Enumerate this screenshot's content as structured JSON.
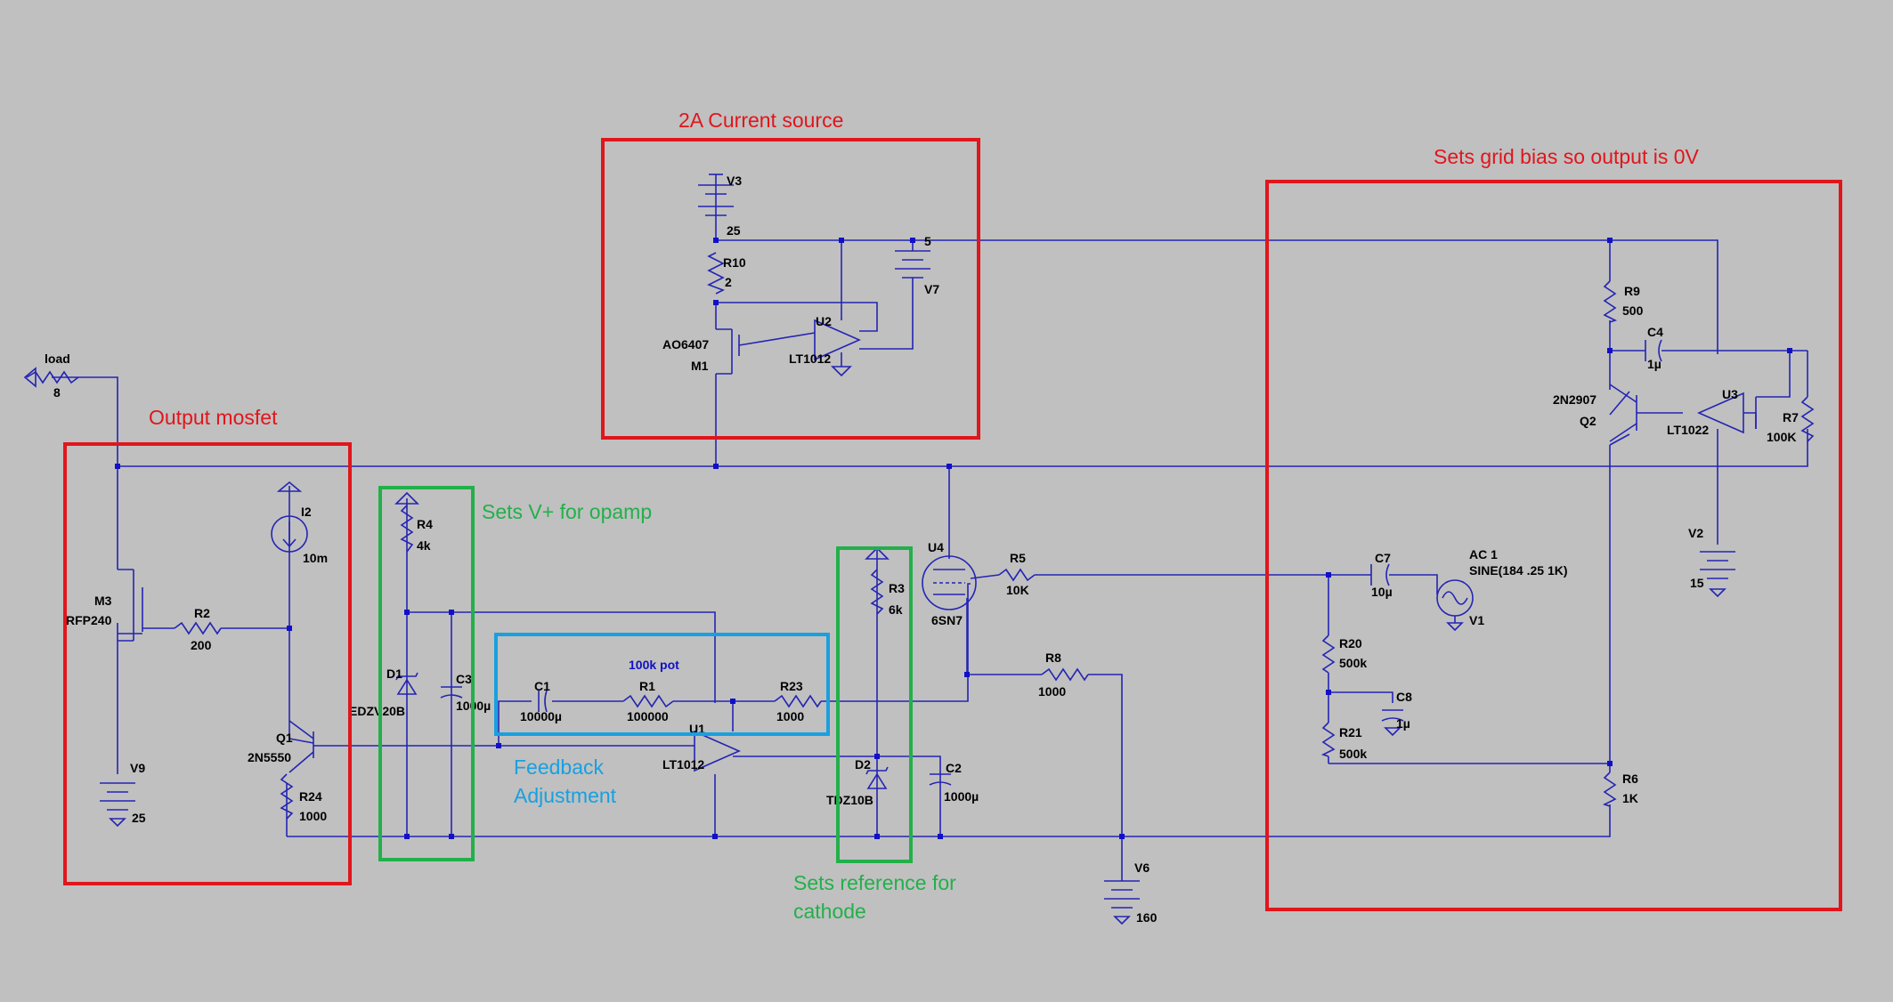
{
  "annotations": {
    "current_source": "2A Current source",
    "grid_bias": "Sets grid bias so output is 0V",
    "output_mosfet": "Output mosfet",
    "vplus": "Sets V+ for opamp",
    "feedback_line1": "Feedback",
    "feedback_line2": "Adjustment",
    "cathode_line1": "Sets reference for",
    "cathode_line2": "cathode",
    "pot": "100k pot"
  },
  "components": {
    "V3": {
      "name": "V3",
      "value": "25"
    },
    "R10": {
      "name": "R10",
      "value": "2"
    },
    "V7": {
      "name": "V7",
      "value": "5"
    },
    "U2": {
      "name": "U2",
      "model": "LT1012"
    },
    "M1": {
      "name": "M1",
      "model": "AO6407"
    },
    "load": {
      "name": "load",
      "value": "8"
    },
    "M3": {
      "name": "M3",
      "model": "RFP240"
    },
    "R2": {
      "name": "R2",
      "value": "200"
    },
    "I2": {
      "name": "I2",
      "value": "10m"
    },
    "Q1": {
      "name": "Q1",
      "model": "2N5550"
    },
    "R24": {
      "name": "R24",
      "value": "1000"
    },
    "V9": {
      "name": "V9",
      "value": "25"
    },
    "R4": {
      "name": "R4",
      "value": "4k"
    },
    "D1": {
      "name": "D1",
      "model": "EDZV20B"
    },
    "C3": {
      "name": "C3",
      "value": "1000µ"
    },
    "C1": {
      "name": "C1",
      "value": "10000µ"
    },
    "R1": {
      "name": "R1",
      "value": "100000"
    },
    "R23": {
      "name": "R23",
      "value": "1000"
    },
    "U1": {
      "name": "U1",
      "model": "LT1012"
    },
    "R3": {
      "name": "R3",
      "value": "6k"
    },
    "D2": {
      "name": "D2",
      "model": "TDZ10B"
    },
    "C2": {
      "name": "C2",
      "value": "1000µ"
    },
    "U4": {
      "name": "U4",
      "model": "6SN7"
    },
    "R5": {
      "name": "R5",
      "value": "10K"
    },
    "R8": {
      "name": "R8",
      "value": "1000"
    },
    "V6": {
      "name": "V6",
      "value": "160"
    },
    "R9": {
      "name": "R9",
      "value": "500"
    },
    "C4": {
      "name": "C4",
      "value": "1µ"
    },
    "Q2": {
      "name": "Q2",
      "model": "2N2907"
    },
    "U3": {
      "name": "U3",
      "model": "LT1022"
    },
    "R7": {
      "name": "R7",
      "value": "100K"
    },
    "V2": {
      "name": "V2",
      "value": "15"
    },
    "C7": {
      "name": "C7",
      "value": "10µ"
    },
    "V1": {
      "name": "V1",
      "value1": "AC 1",
      "value2": "SINE(184 .25 1K)"
    },
    "R20": {
      "name": "R20",
      "value": "500k"
    },
    "C8": {
      "name": "C8",
      "value": "1µ"
    },
    "R21": {
      "name": "R21",
      "value": "500k"
    },
    "R6": {
      "name": "R6",
      "value": "1K"
    }
  }
}
